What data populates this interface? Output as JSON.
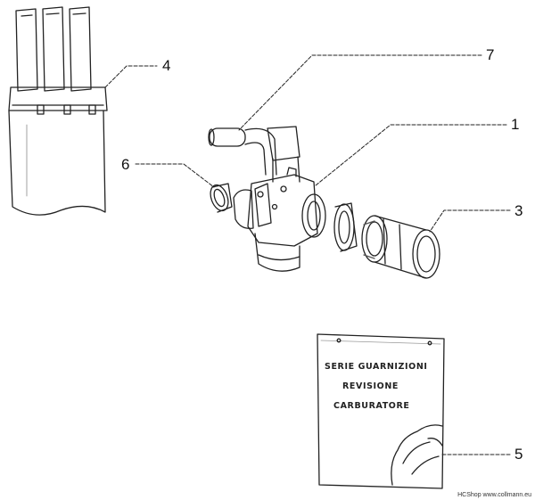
{
  "callouts": {
    "c1": "1",
    "c3": "3",
    "c4": "4",
    "c5": "5",
    "c6": "6",
    "c7": "7"
  },
  "gasket_kit": {
    "line1": "SERIE GUARNIZIONI",
    "line2": "REVISIONE",
    "line3": "CARBURATORE"
  },
  "footer": "HCShop www.collmann.eu"
}
